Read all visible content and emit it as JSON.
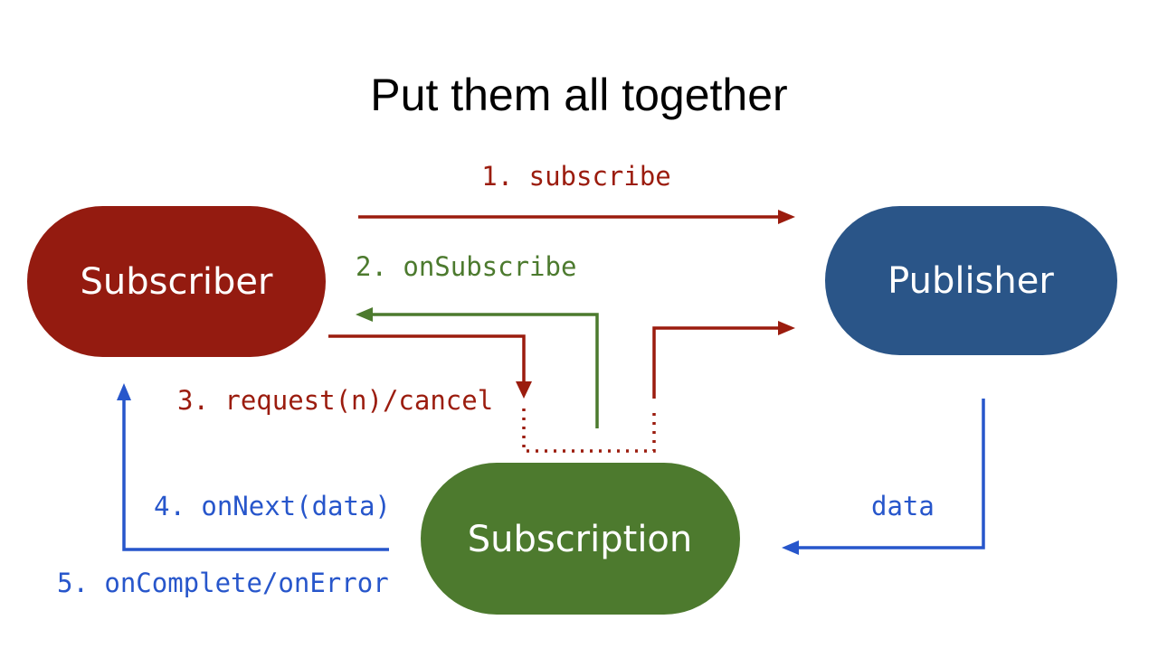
{
  "title": "Put them all together",
  "colors": {
    "red": "#9B1C0E",
    "green": "#4C7A2E",
    "blue": "#2756CB",
    "subscriber_fill": "#941B10",
    "publisher_fill": "#2A5588",
    "subscription_fill": "#4D7A2E",
    "node_text": "#FFFFFF",
    "title_text": "#000000"
  },
  "nodes": {
    "subscriber": {
      "label": "Subscriber"
    },
    "publisher": {
      "label": "Publisher"
    },
    "subscription": {
      "label": "Subscription"
    }
  },
  "labels": {
    "step1": "1. subscribe",
    "step2": "2. onSubscribe",
    "step3": "3. request(n)/cancel",
    "step4": "4. onNext(data)",
    "step5": "5. onComplete/onError",
    "data": "data"
  }
}
